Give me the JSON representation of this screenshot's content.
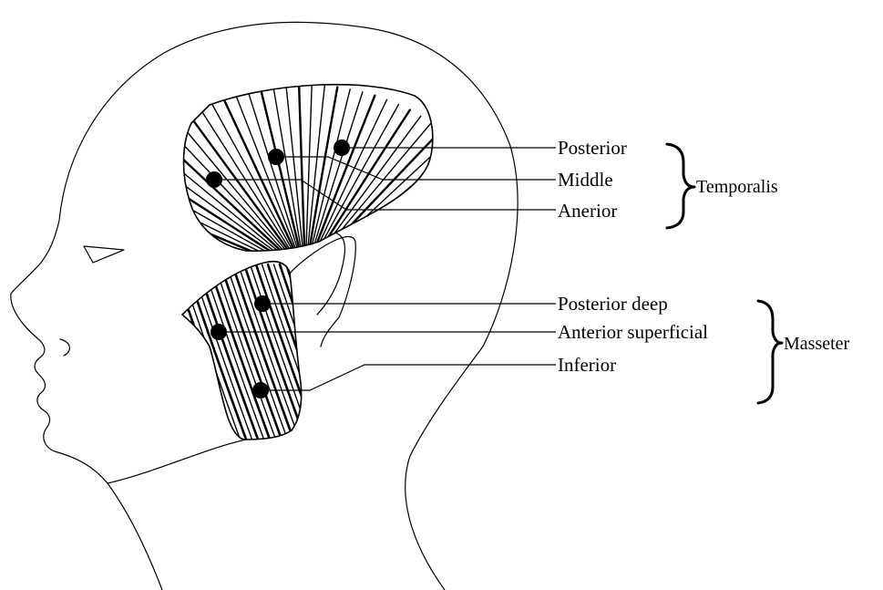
{
  "groups": {
    "temporalis": {
      "title": "Temporalis",
      "parts": {
        "posterior": "Posterior",
        "middle": "Middle",
        "anterior": "Anerior"
      }
    },
    "masseter": {
      "title": "Masseter",
      "parts": {
        "posterior_deep": "Posterior deep",
        "anterior_superficial": "Anterior superficial",
        "inferior": "Inferior"
      }
    }
  }
}
